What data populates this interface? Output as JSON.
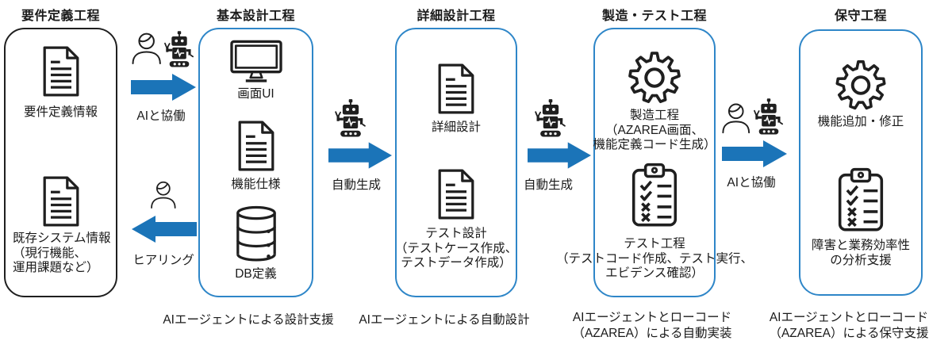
{
  "colors": {
    "arrow_blue": "#1B74B8",
    "box_border_blue": "#2E86C8",
    "ink": "#1F1F1F",
    "text": "#1A1A1A"
  },
  "stages": [
    {
      "title": "要件定義工程",
      "items": [
        {
          "icon": "document",
          "label": "要件定義情報"
        },
        {
          "icon": "document",
          "label": "既存システム情報\n（現行機能、\n運用課題など）"
        }
      ]
    },
    {
      "title": "基本設計工程",
      "caption": "AIエージェントによる設計支援",
      "items": [
        {
          "icon": "monitor",
          "label": "画面UI"
        },
        {
          "icon": "document",
          "label": "機能仕様"
        },
        {
          "icon": "database",
          "label": "DB定義"
        }
      ]
    },
    {
      "title": "詳細設計工程",
      "caption": "AIエージェントによる自動設計",
      "items": [
        {
          "icon": "document",
          "label": "詳細設計"
        },
        {
          "icon": "document",
          "label": "テスト設計\n（テストケース作成、\nテストデータ作成）"
        }
      ]
    },
    {
      "title": "製造・テスト工程",
      "caption": "AIエージェントとローコード\n（AZAREA）による自動実装",
      "items": [
        {
          "icon": "gear",
          "label": "製造工程\n（AZAREA画面、\n機能定義コード生成）"
        },
        {
          "icon": "clipboard",
          "label": "テスト工程\n（テストコード作成、テスト実行、\nエビデンス確認）"
        }
      ]
    },
    {
      "title": "保守工程",
      "caption": "AIエージェントとローコード\n（AZAREA）による保守支援",
      "items": [
        {
          "icon": "gear",
          "label": "機能追加・修正"
        },
        {
          "icon": "clipboard",
          "label": "障害と業務効率性\nの分析支援"
        }
      ]
    }
  ],
  "connectors": [
    {
      "label": "AIと協働",
      "direction": "right",
      "icons": [
        "person",
        "robot"
      ]
    },
    {
      "label": "ヒアリング",
      "direction": "left",
      "icons": [
        "person"
      ]
    },
    {
      "label": "自動生成",
      "direction": "right",
      "icons": [
        "robot"
      ]
    },
    {
      "label": "自動生成",
      "direction": "right",
      "icons": [
        "robot"
      ]
    },
    {
      "label": "AIと協働",
      "direction": "right",
      "icons": [
        "person",
        "robot"
      ]
    }
  ]
}
